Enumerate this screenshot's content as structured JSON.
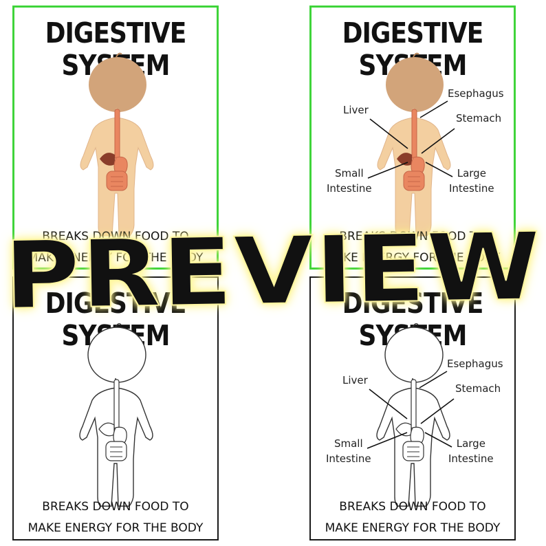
{
  "cards": [
    {
      "title": "DIGESTIVE SYSTEM",
      "caption_line1": "BREAKS DOWN FOOD TO",
      "caption_line2": "MAKE ENERGY FOR THE BODY",
      "style": "color",
      "frame": "green"
    },
    {
      "title": "DIGESTIVE SYSTEM",
      "caption_line1": "BREAKS DOWN FOOD TO",
      "caption_line2": "MAKE ENERGY FOR THE BODY",
      "style": "color-labeled",
      "frame": "green"
    },
    {
      "title": "DIGESTIVE SYSTEM",
      "caption_line1": "BREAKS DOWN FOOD TO",
      "caption_line2": "MAKE ENERGY FOR THE BODY",
      "style": "outline",
      "frame": "black"
    },
    {
      "title": "DIGESTIVE SYSTEM",
      "caption_line1": "BREAKS DOWN FOOD TO",
      "caption_line2": "MAKE ENERGY FOR THE BODY",
      "style": "outline-labeled",
      "frame": "black"
    }
  ],
  "labels": {
    "esophagus": "Esephagus",
    "liver": "Liver",
    "stomach": "Stemach",
    "small_intestine_1": "Small",
    "small_intestine_2": "Intestine",
    "large_intestine_1": "Large",
    "large_intestine_2": "Intestine"
  },
  "watermark": "PREVIEW",
  "colors": {
    "frame_green": "#3fd43a",
    "skin": "#f3cfa0",
    "head": "#d2a47a",
    "organ": "#e98660"
  }
}
